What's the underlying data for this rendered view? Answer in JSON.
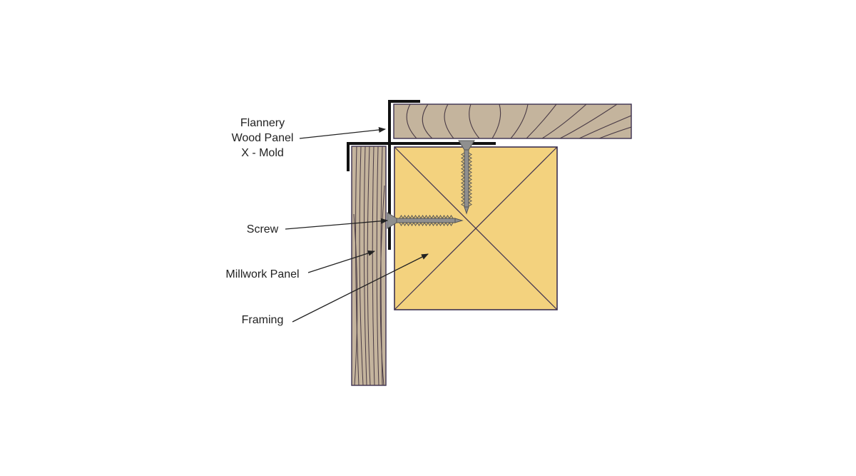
{
  "callouts": {
    "x_mold_line1": "Flannery",
    "x_mold_line2": "Wood Panel",
    "x_mold_line3": "X - Mold",
    "screw": "Screw",
    "millwork_panel": "Millwork Panel",
    "framing": "Framing"
  },
  "colors": {
    "wood": "#c4b49d",
    "wood_grain": "#4a3b46",
    "framing": "#f3d27e",
    "framing_outline": "#3c3050",
    "x_mold": "#111111",
    "screw": "#8f8f8f",
    "screw_outline": "#555555",
    "leader": "#222222"
  },
  "icons": {
    "screw_top": "screw-icon",
    "screw_side": "screw-icon"
  }
}
